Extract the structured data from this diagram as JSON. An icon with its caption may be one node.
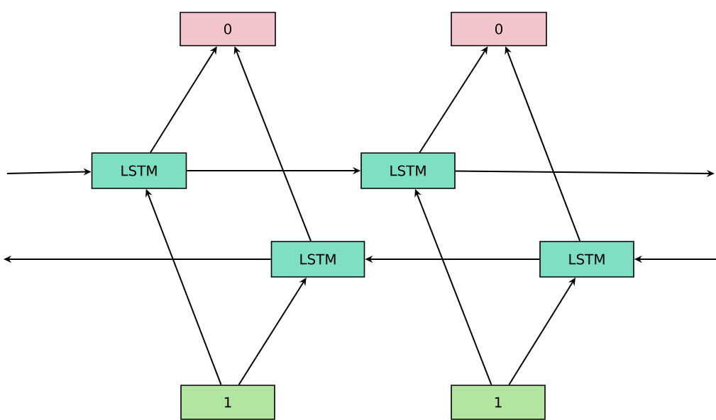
{
  "diagram": {
    "nodes": [
      {
        "text": [
          "0"
        ]
      },
      {
        "text": [
          "0"
        ]
      },
      {
        "text": [
          "LSTM"
        ]
      },
      {
        "text": [
          "LSTM"
        ]
      },
      {
        "text": [
          "LSTM"
        ]
      },
      {
        "text": [
          "LSTM"
        ]
      },
      {
        "text": [
          "1"
        ]
      },
      {
        "text": [
          "1"
        ]
      }
    ],
    "edges": [
      {
        "from": null,
        "to": 2,
        "arrow": "to"
      },
      {
        "from": 2,
        "to": 4,
        "arrow": "to"
      },
      {
        "from": 4,
        "to": null,
        "arrow": "to"
      },
      {
        "from": null,
        "to": 5,
        "arrow": "to"
      },
      {
        "from": 5,
        "to": 3,
        "arrow": "to"
      },
      {
        "from": 3,
        "to": null,
        "arrow": "to"
      },
      {
        "from": 2,
        "to": 0,
        "arrow": "to"
      },
      {
        "from": 3,
        "to": 0,
        "arrow": "to"
      },
      {
        "from": 4,
        "to": 1,
        "arrow": "to"
      },
      {
        "from": 5,
        "to": 1,
        "arrow": "to"
      },
      {
        "from": 6,
        "to": 2,
        "arrow": "to"
      },
      {
        "from": 6,
        "to": 3,
        "arrow": "to"
      },
      {
        "from": 7,
        "to": 4,
        "arrow": "to"
      },
      {
        "from": 7,
        "to": 5,
        "arrow": "to"
      }
    ]
  }
}
